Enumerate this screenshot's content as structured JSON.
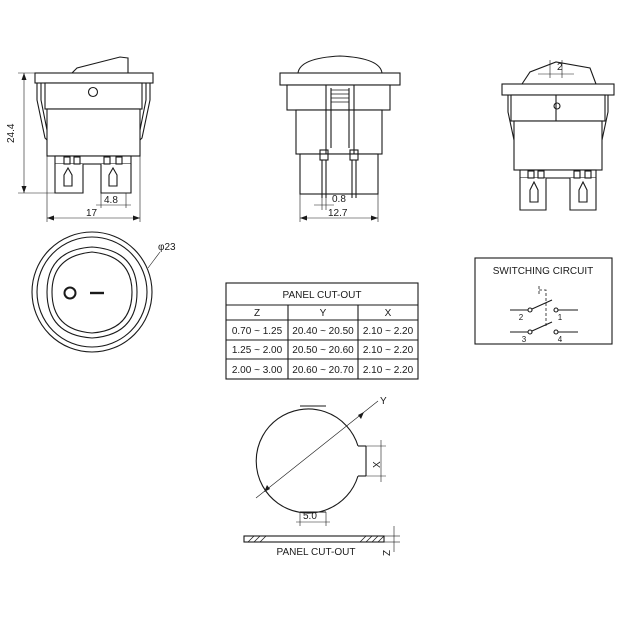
{
  "dimensions": {
    "height": "24.4",
    "width": "17",
    "terminal_spacing": "4.8",
    "front_width": "12.7",
    "terminal_thickness": "0.8",
    "rocker_offset": "2",
    "diameter": "φ23",
    "cutout_gap": "5.0"
  },
  "panel_cutout_table": {
    "title": "PANEL CUT-OUT",
    "headers": [
      "Z",
      "Y",
      "X"
    ],
    "rows": [
      [
        "0.70 ~ 1.25",
        "20.40 ~ 20.50",
        "2.10 ~ 2.20"
      ],
      [
        "1.25 ~ 2.00",
        "20.50 ~ 20.60",
        "2.10 ~ 2.20"
      ],
      [
        "2.00 ~ 3.00",
        "20.60 ~ 20.70",
        "2.10 ~ 2.20"
      ]
    ]
  },
  "switching_circuit": {
    "title": "SWITCHING CIRCUIT",
    "terminals": [
      "1",
      "2",
      "3",
      "4"
    ]
  },
  "cutout_labels": {
    "y": "Y",
    "x": "X",
    "z": "Z",
    "caption": "PANEL CUT-OUT"
  },
  "front_symbols": {
    "off": "O",
    "on": "–"
  }
}
